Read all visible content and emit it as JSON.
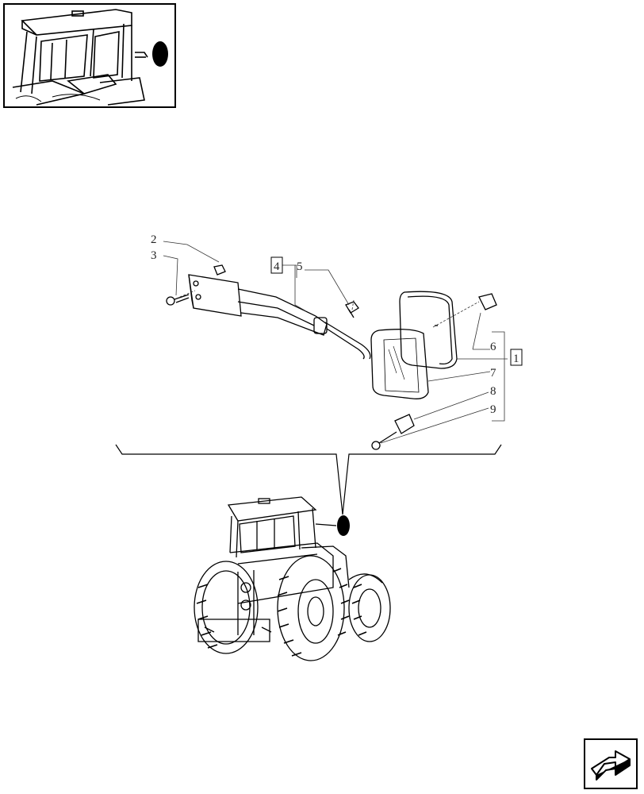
{
  "labels": {
    "l2": "2",
    "l3": "3",
    "l4": "4",
    "l5": "5",
    "l6": "6",
    "l1": "1",
    "l7": "7",
    "l8": "8",
    "l9": "9"
  },
  "icons": {
    "thumbnail": "tractor-cab-mirror-thumbnail",
    "nav": "next-page-arrow-icon"
  }
}
